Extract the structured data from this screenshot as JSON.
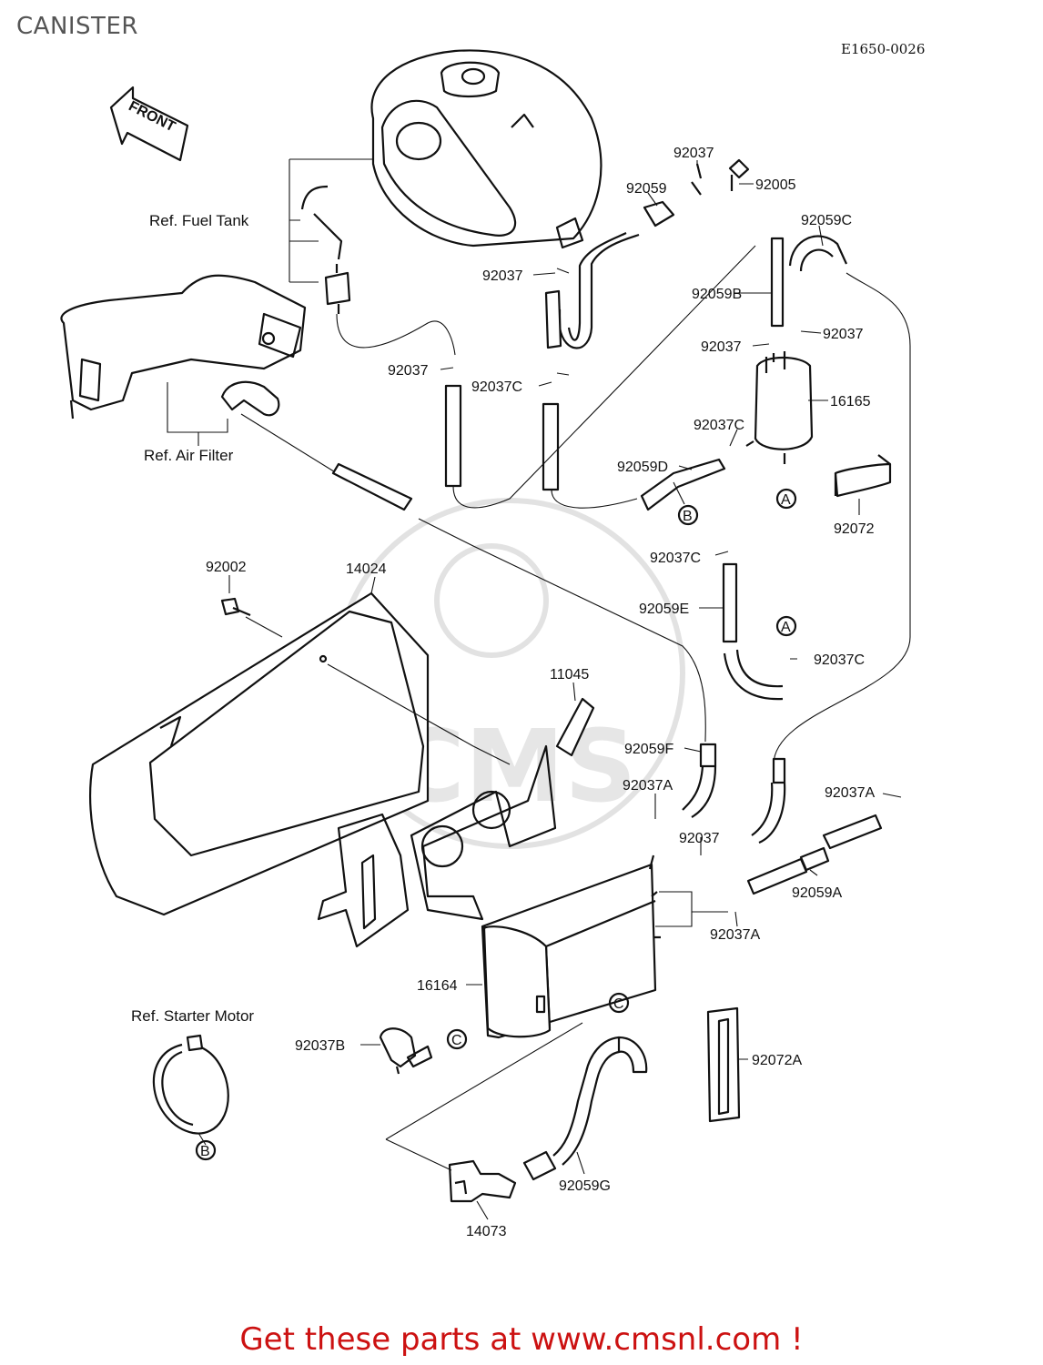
{
  "page": {
    "title": "CANISTER",
    "diagram_code": "E1650-0026",
    "front_arrow_label": "FRONT",
    "footer": "Get these parts at www.cmsnl.com !"
  },
  "references": {
    "fuel_tank": "Ref. Fuel Tank",
    "air_filter": "Ref. Air Filter",
    "starter_motor": "Ref. Starter Motor"
  },
  "connector_markers": {
    "a_top": "A",
    "a_mid": "A",
    "b_hose": "B",
    "b_band": "B",
    "c_top": "C",
    "c_clamp": "C"
  },
  "part_labels": {
    "p92037_top": "92037",
    "p92005": "92005",
    "p92059": "92059",
    "p92059C": "92059C",
    "p92037_tank": "92037",
    "p92059B": "92059B",
    "p92037_right": "92037",
    "p92037_mid": "92037",
    "p92037_left": "92037",
    "p92037C_hose": "92037C",
    "p16165": "16165",
    "p92037C_filter": "92037C",
    "p92059D": "92059D",
    "p92072": "92072",
    "p92037C_e": "92037C",
    "p92002": "92002",
    "p14024": "14024",
    "p92059E": "92059E",
    "p92037C_a": "92037C",
    "p11045": "11045",
    "p92059F": "92059F",
    "p92037A_left": "92037A",
    "p92037A_right": "92037A",
    "p92037_can": "92037",
    "p92059A": "92059A",
    "p92037A_low": "92037A",
    "p16164": "16164",
    "p92037B": "92037B",
    "p92072A": "92072A",
    "p92059G": "92059G",
    "p14073": "14073"
  },
  "watermark": "CMS"
}
